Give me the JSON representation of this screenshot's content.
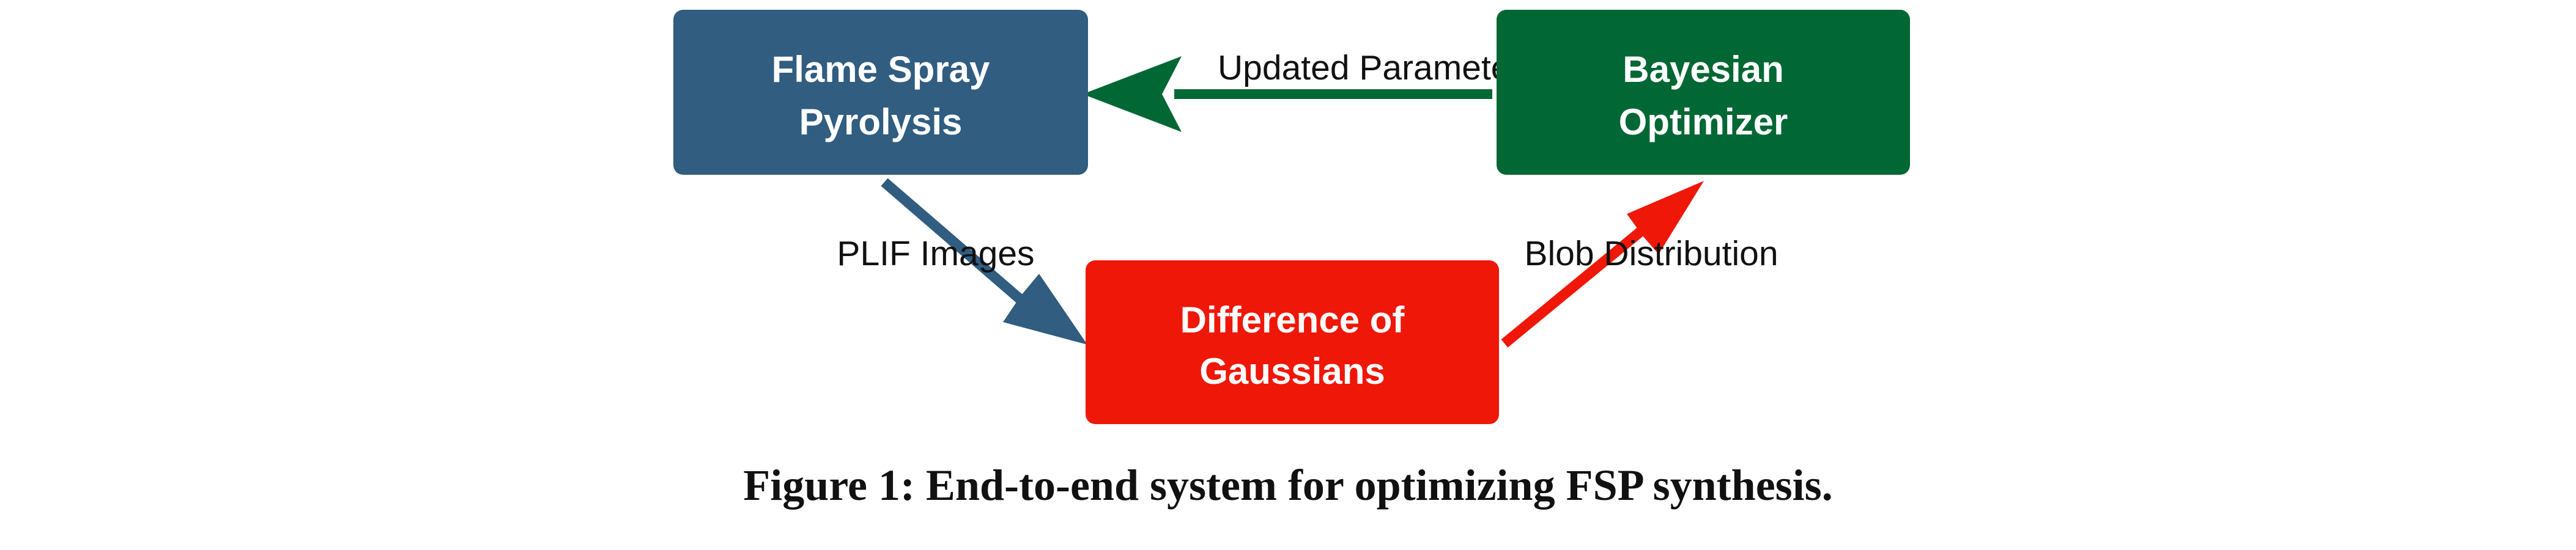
{
  "nodes": {
    "fsp": {
      "lines": [
        "Flame Spray",
        "Pyrolysis"
      ],
      "color": "#305d80"
    },
    "bayes": {
      "lines": [
        "Bayesian",
        "Optimizer"
      ],
      "color": "#016734"
    },
    "dog": {
      "lines": [
        "Difference of",
        "Gaussians"
      ],
      "color": "#ef1708"
    }
  },
  "edges": {
    "updated_parameters": {
      "label": "Updated Parameters",
      "color": "#016734"
    },
    "plif_images": {
      "label": "PLIF Images",
      "color": "#305d80"
    },
    "blob_distribution": {
      "label": "Blob Distribution",
      "color": "#ef1708"
    }
  },
  "caption": "Figure 1: End-to-end system for optimizing FSP synthesis."
}
